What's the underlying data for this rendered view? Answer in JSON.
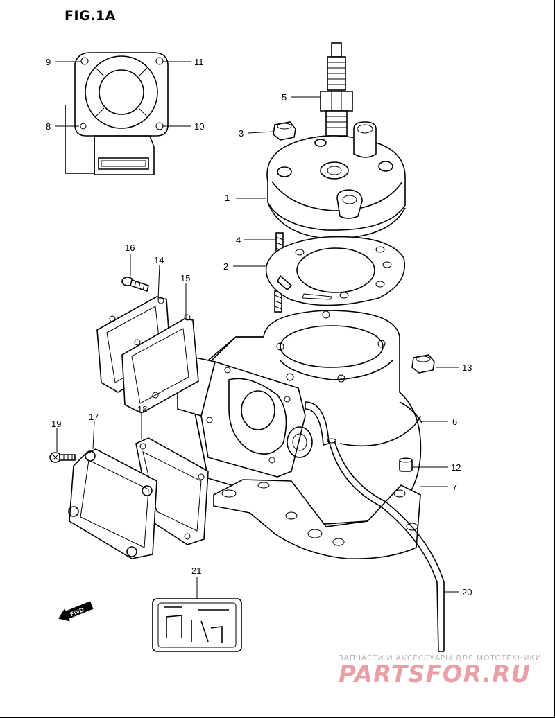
{
  "figure": {
    "title": "FIG.1A"
  },
  "callouts": [
    {
      "id": "c1",
      "label": "1"
    },
    {
      "id": "c2",
      "label": "2"
    },
    {
      "id": "c3",
      "label": "3"
    },
    {
      "id": "c4",
      "label": "4"
    },
    {
      "id": "c5",
      "label": "5"
    },
    {
      "id": "c6",
      "label": "6"
    },
    {
      "id": "c7",
      "label": "7"
    },
    {
      "id": "c8",
      "label": "8"
    },
    {
      "id": "c9",
      "label": "9"
    },
    {
      "id": "c10",
      "label": "10"
    },
    {
      "id": "c11",
      "label": "11"
    },
    {
      "id": "c12",
      "label": "12"
    },
    {
      "id": "c13",
      "label": "13"
    },
    {
      "id": "c14",
      "label": "14"
    },
    {
      "id": "c15",
      "label": "15"
    },
    {
      "id": "c16",
      "label": "16"
    },
    {
      "id": "c17",
      "label": "17"
    },
    {
      "id": "c18",
      "label": "18"
    },
    {
      "id": "c19",
      "label": "19"
    },
    {
      "id": "c20",
      "label": "20"
    },
    {
      "id": "c21",
      "label": "21"
    }
  ],
  "direction_arrow": {
    "label": "FWD"
  },
  "watermark": {
    "tagline": "ЗАПЧАСТИ И АКСЕССУАРЫ ДЛЯ МОТОТЕХНИКИ",
    "brand": "PARTSFOR.RU",
    "color": "#e7a0a6"
  }
}
